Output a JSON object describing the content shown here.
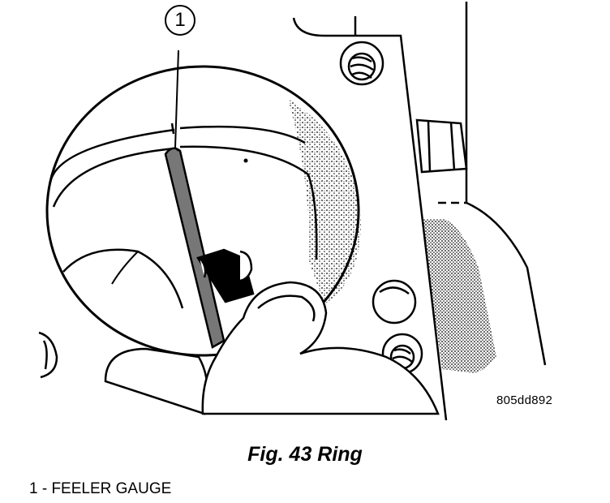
{
  "figure": {
    "callout": "1",
    "code": "805dd892",
    "caption": "Fig. 43 Ring",
    "legend": [
      {
        "text": "1 - FEELER GAUGE"
      }
    ]
  },
  "colors": {
    "ink": "#000000",
    "paper": "#ffffff",
    "gauge_fill": "#777777"
  },
  "icons": {
    "callout": "circled-number-icon"
  }
}
